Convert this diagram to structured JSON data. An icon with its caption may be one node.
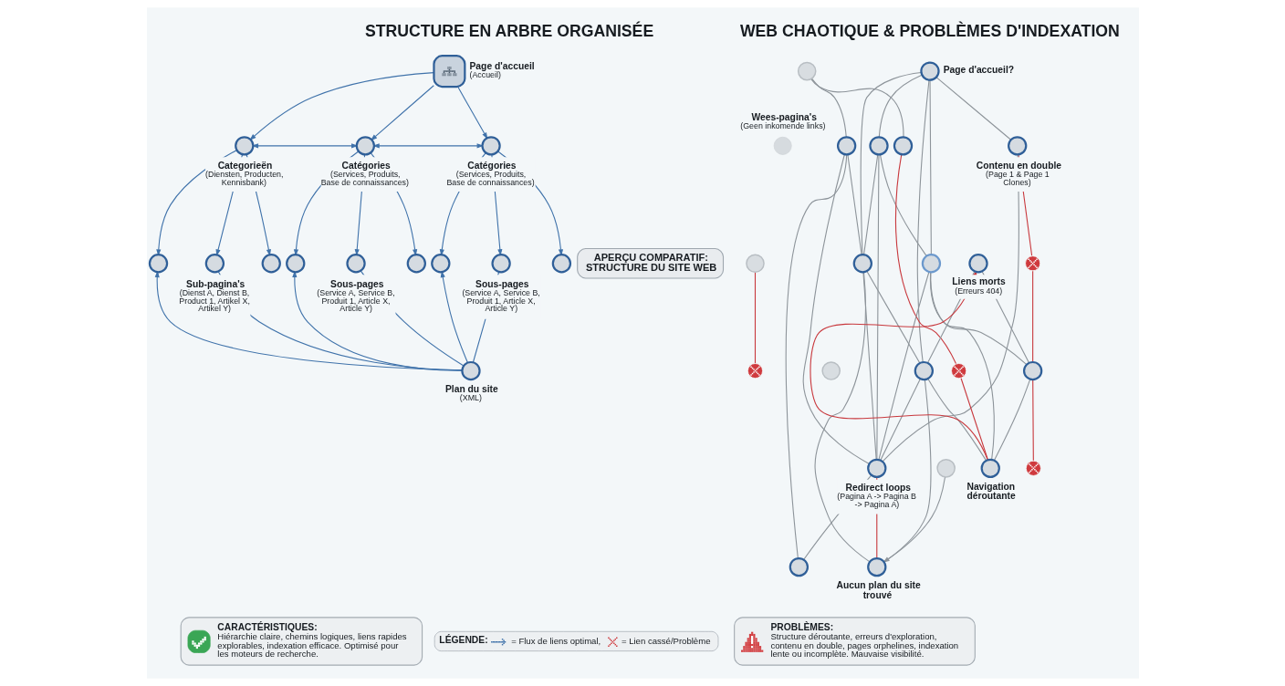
{
  "diagram": {
    "nodes": [
      {
        "text": [
          "Page d'accueil",
          "(Accueil)"
        ]
      },
      {
        "text": [
          "Categorieën",
          "(Diensten, Producten, Kennisbank)"
        ]
      },
      {
        "text": [
          "Catégories",
          "(Services, Produits, Base de connaissances)"
        ]
      },
      {
        "text": [
          "Catégories",
          "(Services, Produits, Base de connaissances)"
        ]
      },
      {
        "text": [],
        "shape": "circle"
      },
      {
        "text": [
          "Sub-pagina's",
          "(Dienst A, Dienst B, Product 1, Artikel X, Artikel Y)"
        ]
      },
      {
        "text": [],
        "shape": "circle"
      },
      {
        "text": [],
        "shape": "circle"
      },
      {
        "text": [
          "Sous-pages",
          "(Service A, Service B, Produit 1, Article X, Article Y)"
        ]
      },
      {
        "text": [],
        "shape": "circle"
      },
      {
        "text": [],
        "shape": "circle"
      },
      {
        "text": [
          "Sous-pages",
          "(Service A, Service B, Produit 1, Article X, Article Y)"
        ]
      },
      {
        "text": [],
        "shape": "circle"
      },
      {
        "text": [
          "Plan du site",
          "(XML)"
        ]
      },
      {
        "text": [
          "APERÇU COMPARATIF: STRUCTURE DU SITE WEB"
        ]
      },
      {
        "text": [
          "Page d'accueil?"
        ]
      },
      {
        "text": [],
        "shape": "circle"
      },
      {
        "text": [
          "Wees-pagina's",
          "(Geen inkomende links)"
        ]
      },
      {
        "text": [],
        "shape": "circle"
      },
      {
        "text": [
          "Contenu en double",
          "(Page 1 & Page 1 Clones)"
        ]
      },
      {
        "text": [],
        "shape": "circle"
      },
      {
        "text": [],
        "shape": "circle"
      },
      {
        "text": [],
        "shape": "circle"
      },
      {
        "text": [],
        "shape": "circle"
      },
      {
        "text": [],
        "shape": "circle"
      },
      {
        "text": [
          "Liens morts",
          "(Erreurs 404)"
        ]
      },
      {
        "text": [],
        "shape": "cross"
      },
      {
        "text": [],
        "shape": "circle"
      },
      {
        "text": [],
        "shape": "cross"
      },
      {
        "text": [],
        "shape": "circle"
      },
      {
        "text": [],
        "shape": "circle"
      },
      {
        "text": [],
        "shape": "cross"
      },
      {
        "text": [],
        "shape": "circle"
      },
      {
        "text": [
          "Navigation déroutante"
        ]
      },
      {
        "text": [
          "Redirect loops",
          "(Pagina A -> Pagina B -> Pagina A)"
        ]
      },
      {
        "text": [
          "Aucun plan du site trouvé"
        ]
      },
      {
        "text": [],
        "shape": "circle"
      },
      {
        "text": [],
        "shape": "cross"
      },
      {
        "text": [
          "CARACTÉRISTIQUES:",
          "Hiérarchie claire, chemins logiques, liens rapides explorables, indexation efficace. Optimisé pour les moteurs de recherche."
        ]
      },
      {
        "text": [
          "PROBLÈMES:",
          "Structure déroutante, erreurs d'exploration, contenu en double, pages orphelines, indexation lente ou incomplète. Mauvaise visibilité."
        ]
      }
    ],
    "edges": [
      {
        "from": 0,
        "to": 1,
        "arrow": "to",
        "color": "#3f72aa"
      },
      {
        "from": 0,
        "to": 2,
        "arrow": "to",
        "color": "#3f72aa"
      },
      {
        "from": 0,
        "to": 3,
        "arrow": "to",
        "color": "#3f72aa"
      },
      {
        "from": 1,
        "to": 2,
        "arrow": "both",
        "color": "#3f72aa"
      },
      {
        "from": 2,
        "to": 3,
        "arrow": "both",
        "color": "#3f72aa"
      },
      {
        "from": 1,
        "to": 4,
        "arrow": "to",
        "color": "#3f72aa"
      },
      {
        "from": 1,
        "to": 5,
        "arrow": "to",
        "color": "#3f72aa"
      },
      {
        "from": 1,
        "to": 6,
        "arrow": "to",
        "color": "#3f72aa"
      },
      {
        "from": 2,
        "to": 7,
        "arrow": "to",
        "color": "#3f72aa"
      },
      {
        "from": 2,
        "to": 8,
        "arrow": "to",
        "color": "#3f72aa"
      },
      {
        "from": 2,
        "to": 9,
        "arrow": "to",
        "color": "#3f72aa"
      },
      {
        "from": 3,
        "to": 10,
        "arrow": "to",
        "color": "#3f72aa"
      },
      {
        "from": 3,
        "to": 11,
        "arrow": "to",
        "color": "#3f72aa"
      },
      {
        "from": 3,
        "to": 12,
        "arrow": "to",
        "color": "#3f72aa"
      },
      {
        "from": 5,
        "to": 13,
        "arrow": "none",
        "color": "#3f72aa"
      },
      {
        "from": 8,
        "to": 13,
        "arrow": "none",
        "color": "#3f72aa"
      },
      {
        "from": 11,
        "to": 13,
        "arrow": "none",
        "color": "#3f72aa"
      },
      {
        "from": 13,
        "to": 4,
        "arrow": "to",
        "color": "#3f72aa"
      },
      {
        "from": 13,
        "to": 7,
        "arrow": "to",
        "color": "#3f72aa"
      },
      {
        "from": 13,
        "to": 10,
        "arrow": "to",
        "color": "#3f72aa"
      },
      {
        "from": 15,
        "to": 18,
        "arrow": "none"
      },
      {
        "from": 15,
        "to": 23,
        "arrow": "none"
      },
      {
        "from": 15,
        "to": 21,
        "arrow": "none"
      },
      {
        "from": 15,
        "to": 27,
        "arrow": "none"
      },
      {
        "from": 15,
        "to": 19,
        "arrow": "none"
      },
      {
        "from": 16,
        "to": 22,
        "arrow": "none"
      },
      {
        "from": 16,
        "to": 20,
        "arrow": "none"
      },
      {
        "from": 18,
        "to": 23,
        "arrow": "none"
      },
      {
        "from": 18,
        "to": 21,
        "arrow": "none"
      },
      {
        "from": 18,
        "to": 34,
        "arrow": "none"
      },
      {
        "from": 22,
        "to": 23,
        "arrow": "none"
      },
      {
        "from": 22,
        "to": 34,
        "arrow": "none"
      },
      {
        "from": 22,
        "to": 32,
        "arrow": "none"
      },
      {
        "from": 23,
        "to": 35,
        "arrow": "none"
      },
      {
        "from": 23,
        "to": 27,
        "arrow": "none"
      },
      {
        "from": 23,
        "to": 34,
        "arrow": "none"
      },
      {
        "from": 21,
        "to": 34,
        "arrow": "none"
      },
      {
        "from": 19,
        "to": 34,
        "arrow": "none"
      },
      {
        "from": 27,
        "to": 34,
        "arrow": "none"
      },
      {
        "from": 34,
        "to": 32,
        "arrow": "none"
      },
      {
        "from": 25,
        "to": 27,
        "arrow": "none"
      },
      {
        "from": 27,
        "to": 33,
        "arrow": "none"
      },
      {
        "from": 27,
        "to": 35,
        "arrow": "to"
      },
      {
        "from": 21,
        "to": 33,
        "arrow": "none"
      },
      {
        "from": 21,
        "to": 30,
        "arrow": "none"
      },
      {
        "from": 25,
        "to": 30,
        "arrow": "none"
      },
      {
        "from": 30,
        "to": 33,
        "arrow": "none"
      },
      {
        "from": 36,
        "to": 35,
        "arrow": "none"
      },
      {
        "from": 29,
        "to": 31,
        "arrow": "none",
        "color": "#c8383d"
      },
      {
        "from": 19,
        "to": 26,
        "arrow": "none",
        "color": "#c8383d"
      },
      {
        "from": 26,
        "to": 30,
        "arrow": "none",
        "color": "#c8383d"
      },
      {
        "from": 20,
        "to": 28,
        "arrow": "none",
        "color": "#c8383d"
      },
      {
        "from": 28,
        "to": 33,
        "arrow": "none",
        "color": "#c8383d"
      },
      {
        "from": 33,
        "to": 25,
        "arrow": "to",
        "color": "#c8383d"
      },
      {
        "from": 30,
        "to": 37,
        "arrow": "none",
        "color": "#c8383d"
      },
      {
        "from": 34,
        "to": 35,
        "arrow": "none",
        "color": "#c8383d"
      }
    ],
    "labels": [
      "STRUCTURE EN ARBRE ORGANISÉE",
      "WEB CHAOTIQUE & PROBLÈMES D'INDEXATION",
      "LÉGENDE:"
    ],
    "legend": [
      {
        "text": "= Flux de liens optimal,"
      },
      {
        "text": "= Lien cassé/Problème"
      }
    ]
  }
}
